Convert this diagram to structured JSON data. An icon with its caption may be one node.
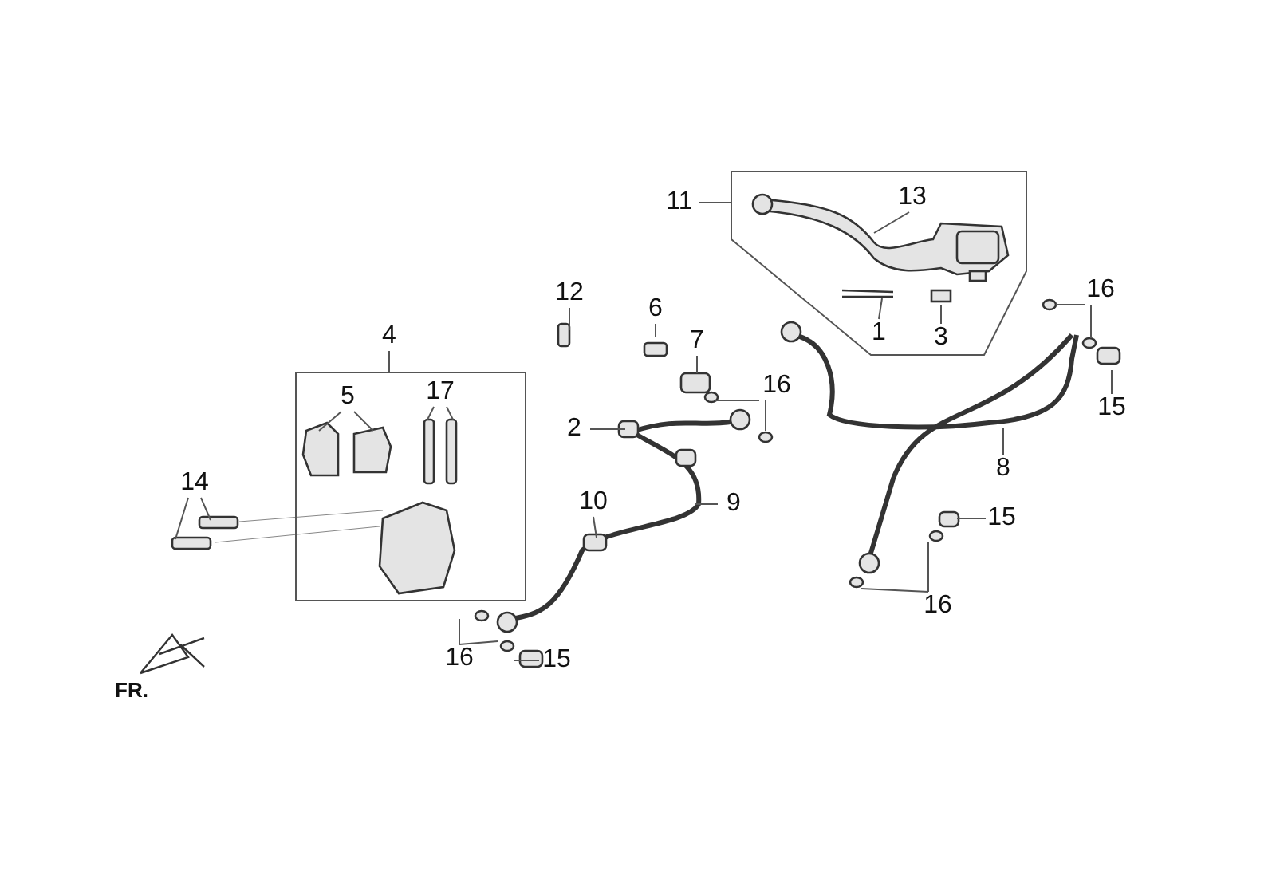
{
  "diagram": {
    "nodes": [
      {
        "text": [
          "11"
        ]
      },
      {
        "text": [],
        "shape": "box"
      },
      {
        "text": [
          "13"
        ],
        "in": 1
      },
      {
        "text": [
          "1"
        ],
        "in": 1
      },
      {
        "text": [
          "3"
        ],
        "in": 1
      },
      {
        "text": [
          "16"
        ]
      },
      {
        "text": [
          "12"
        ]
      },
      {
        "text": [
          "6"
        ]
      },
      {
        "text": [
          "7"
        ]
      },
      {
        "text": [
          "4"
        ]
      },
      {
        "text": [],
        "shape": "box"
      },
      {
        "text": [
          "5"
        ],
        "in": 10
      },
      {
        "text": [
          "17"
        ],
        "in": 10
      },
      {
        "text": [
          "16"
        ]
      },
      {
        "text": [
          "15"
        ]
      },
      {
        "text": [
          "2"
        ]
      },
      {
        "text": [
          "8"
        ]
      },
      {
        "text": [
          "14"
        ]
      },
      {
        "text": [
          "10"
        ]
      },
      {
        "text": [
          "9"
        ]
      },
      {
        "text": [
          "15"
        ]
      },
      {
        "text": [
          "16"
        ]
      },
      {
        "text": [
          "16"
        ]
      },
      {
        "text": [
          "15"
        ]
      }
    ],
    "edges": [
      {
        "from": 0,
        "to": 1,
        "arrow": "none"
      },
      {
        "from": 2,
        "to": null,
        "arrow": "none"
      },
      {
        "from": 3,
        "to": null,
        "arrow": "none"
      },
      {
        "from": 4,
        "to": null,
        "arrow": "none"
      },
      {
        "from": 5,
        "to": null,
        "arrow": "none"
      },
      {
        "from": 5,
        "to": null,
        "arrow": "none"
      },
      {
        "from": 6,
        "to": null,
        "arrow": "none"
      },
      {
        "from": 7,
        "to": null,
        "arrow": "none"
      },
      {
        "from": 8,
        "to": null,
        "arrow": "none"
      },
      {
        "from": 9,
        "to": 10,
        "arrow": "none"
      },
      {
        "from": 11,
        "to": null,
        "arrow": "none"
      },
      {
        "from": 11,
        "to": null,
        "arrow": "none"
      },
      {
        "from": 12,
        "to": null,
        "arrow": "none"
      },
      {
        "from": 12,
        "to": null,
        "arrow": "none"
      },
      {
        "from": 13,
        "to": null,
        "arrow": "none"
      },
      {
        "from": 13,
        "to": null,
        "arrow": "none"
      },
      {
        "from": 14,
        "to": null,
        "arrow": "none"
      },
      {
        "from": 15,
        "to": null,
        "arrow": "none"
      },
      {
        "from": 16,
        "to": null,
        "arrow": "none"
      },
      {
        "from": 17,
        "to": null,
        "arrow": "none"
      },
      {
        "from": 17,
        "to": null,
        "arrow": "none"
      },
      {
        "from": 18,
        "to": null,
        "arrow": "none"
      },
      {
        "from": 19,
        "to": null,
        "arrow": "none"
      },
      {
        "from": 20,
        "to": null,
        "arrow": "none"
      },
      {
        "from": 21,
        "to": null,
        "arrow": "none"
      },
      {
        "from": 21,
        "to": null,
        "arrow": "none"
      },
      {
        "from": 22,
        "to": null,
        "arrow": "none"
      },
      {
        "from": 22,
        "to": null,
        "arrow": "none"
      },
      {
        "from": 23,
        "to": null,
        "arrow": "none"
      }
    ],
    "labels": [
      "FR."
    ]
  }
}
